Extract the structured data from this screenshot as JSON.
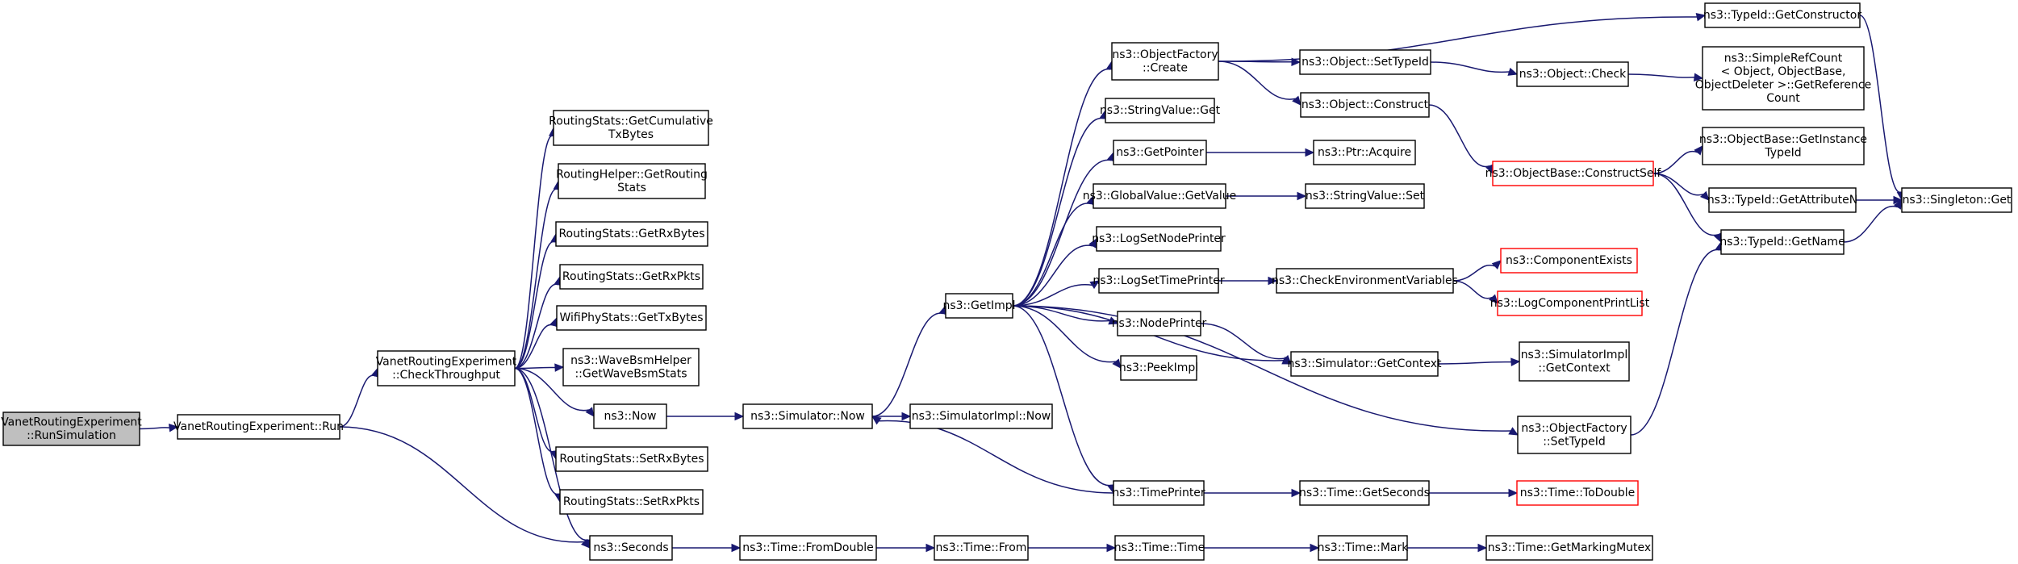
{
  "diagram": {
    "nodes": [
      {
        "id": "runSim",
        "lines": [
          "VanetRoutingExperiment",
          "::RunSimulation"
        ],
        "root": true
      },
      {
        "id": "run",
        "lines": [
          "VanetRoutingExperiment::Run"
        ]
      },
      {
        "id": "checkTp",
        "lines": [
          "VanetRoutingExperiment",
          "::CheckThroughput"
        ]
      },
      {
        "id": "getCumTx",
        "lines": [
          "RoutingStats::GetCumulative",
          "TxBytes"
        ]
      },
      {
        "id": "getRoutingStats",
        "lines": [
          "RoutingHelper::GetRouting",
          "Stats"
        ]
      },
      {
        "id": "getRxBytes",
        "lines": [
          "RoutingStats::GetRxBytes"
        ]
      },
      {
        "id": "getRxPkts",
        "lines": [
          "RoutingStats::GetRxPkts"
        ]
      },
      {
        "id": "getTxBytes",
        "lines": [
          "WifiPhyStats::GetTxBytes"
        ]
      },
      {
        "id": "getWaveBsm",
        "lines": [
          "ns3::WaveBsmHelper",
          "::GetWaveBsmStats"
        ]
      },
      {
        "id": "now",
        "lines": [
          "ns3::Now"
        ]
      },
      {
        "id": "setRxBytes",
        "lines": [
          "RoutingStats::SetRxBytes"
        ]
      },
      {
        "id": "setRxPkts",
        "lines": [
          "RoutingStats::SetRxPkts"
        ]
      },
      {
        "id": "seconds",
        "lines": [
          "ns3::Seconds"
        ]
      },
      {
        "id": "simNow",
        "lines": [
          "ns3::Simulator::Now"
        ]
      },
      {
        "id": "simImplNow",
        "lines": [
          "ns3::SimulatorImpl::Now"
        ]
      },
      {
        "id": "fromDouble",
        "lines": [
          "ns3::Time::FromDouble"
        ]
      },
      {
        "id": "timeFrom",
        "lines": [
          "ns3::Time::From"
        ]
      },
      {
        "id": "timeTime",
        "lines": [
          "ns3::Time::Time"
        ]
      },
      {
        "id": "timeMark",
        "lines": [
          "ns3::Time::Mark"
        ]
      },
      {
        "id": "markMutex",
        "lines": [
          "ns3::Time::GetMarkingMutex"
        ]
      },
      {
        "id": "getImpl",
        "lines": [
          "ns3::GetImpl"
        ]
      },
      {
        "id": "ofCreate",
        "lines": [
          "ns3::ObjectFactory",
          "::Create"
        ]
      },
      {
        "id": "strValGet",
        "lines": [
          "ns3::StringValue::Get"
        ]
      },
      {
        "id": "getPointer",
        "lines": [
          "ns3::GetPointer"
        ]
      },
      {
        "id": "gvGetValue",
        "lines": [
          "ns3::GlobalValue::GetValue"
        ]
      },
      {
        "id": "logSetNode",
        "lines": [
          "ns3::LogSetNodePrinter"
        ]
      },
      {
        "id": "logSetTime",
        "lines": [
          "ns3::LogSetTimePrinter"
        ]
      },
      {
        "id": "nodePrinter",
        "lines": [
          "ns3::NodePrinter"
        ]
      },
      {
        "id": "peekImpl",
        "lines": [
          "ns3::PeekImpl"
        ]
      },
      {
        "id": "timePrinter",
        "lines": [
          "ns3::TimePrinter"
        ]
      },
      {
        "id": "objSetTypeId",
        "lines": [
          "ns3::Object::SetTypeId"
        ]
      },
      {
        "id": "objConstruct",
        "lines": [
          "ns3::Object::Construct"
        ]
      },
      {
        "id": "ptrAcquire",
        "lines": [
          "ns3::Ptr::Acquire"
        ]
      },
      {
        "id": "strValSet",
        "lines": [
          "ns3::StringValue::Set"
        ]
      },
      {
        "id": "checkEnv",
        "lines": [
          "ns3::CheckEnvironmentVariables"
        ]
      },
      {
        "id": "simGetContext",
        "lines": [
          "ns3::Simulator::GetContext"
        ]
      },
      {
        "id": "timeGetSeconds",
        "lines": [
          "ns3::Time::GetSeconds"
        ]
      },
      {
        "id": "getConstructor",
        "lines": [
          "ns3::TypeId::GetConstructor"
        ]
      },
      {
        "id": "objCheck",
        "lines": [
          "ns3::Object::Check"
        ]
      },
      {
        "id": "constructSelf",
        "lines": [
          "ns3::ObjectBase::ConstructSelf"
        ],
        "red": true
      },
      {
        "id": "compExists",
        "lines": [
          "ns3::ComponentExists"
        ],
        "red": true
      },
      {
        "id": "logCompPrint",
        "lines": [
          "ns3::LogComponentPrintList"
        ],
        "red": true
      },
      {
        "id": "simImplGetCtx",
        "lines": [
          "ns3::SimulatorImpl",
          "::GetContext"
        ]
      },
      {
        "id": "ofSetTypeId",
        "lines": [
          "ns3::ObjectFactory",
          "::SetTypeId"
        ]
      },
      {
        "id": "toDouble",
        "lines": [
          "ns3::Time::ToDouble"
        ],
        "red": true
      },
      {
        "id": "srcGetRef",
        "lines": [
          "ns3::SimpleRefCount",
          "< Object, ObjectBase,",
          "ObjectDeleter >::GetReference",
          "Count"
        ]
      },
      {
        "id": "getInstTypeId",
        "lines": [
          "ns3::ObjectBase::GetInstance",
          "TypeId"
        ]
      },
      {
        "id": "getAttrN",
        "lines": [
          "ns3::TypeId::GetAttributeN"
        ]
      },
      {
        "id": "typeIdGetName",
        "lines": [
          "ns3::TypeId::GetName"
        ]
      },
      {
        "id": "singletonGet",
        "lines": [
          "ns3::Singleton::Get"
        ]
      }
    ],
    "edges": [
      [
        "runSim",
        "run"
      ],
      [
        "run",
        "checkTp"
      ],
      [
        "run",
        "seconds"
      ],
      [
        "checkTp",
        "getCumTx"
      ],
      [
        "checkTp",
        "getRoutingStats"
      ],
      [
        "checkTp",
        "getRxBytes"
      ],
      [
        "checkTp",
        "getRxPkts"
      ],
      [
        "checkTp",
        "getTxBytes"
      ],
      [
        "checkTp",
        "getWaveBsm"
      ],
      [
        "checkTp",
        "now"
      ],
      [
        "checkTp",
        "setRxBytes"
      ],
      [
        "checkTp",
        "setRxPkts"
      ],
      [
        "checkTp",
        "seconds"
      ],
      [
        "now",
        "simNow"
      ],
      [
        "simNow",
        "getImpl"
      ],
      [
        "simNow",
        "simImplNow"
      ],
      [
        "seconds",
        "fromDouble"
      ],
      [
        "fromDouble",
        "timeFrom"
      ],
      [
        "timeFrom",
        "timeTime"
      ],
      [
        "timeTime",
        "timeMark"
      ],
      [
        "timeMark",
        "markMutex"
      ],
      [
        "getImpl",
        "ofCreate"
      ],
      [
        "getImpl",
        "strValGet"
      ],
      [
        "getImpl",
        "getPointer"
      ],
      [
        "getImpl",
        "gvGetValue"
      ],
      [
        "getImpl",
        "logSetNode"
      ],
      [
        "getImpl",
        "logSetTime"
      ],
      [
        "getImpl",
        "nodePrinter"
      ],
      [
        "getImpl",
        "peekImpl"
      ],
      [
        "getImpl",
        "simGetContext"
      ],
      [
        "getImpl",
        "ofSetTypeId"
      ],
      [
        "getImpl",
        "timePrinter"
      ],
      [
        "timePrinter",
        "simNow"
      ],
      [
        "timePrinter",
        "timeGetSeconds"
      ],
      [
        "timeGetSeconds",
        "toDouble"
      ],
      [
        "ofCreate",
        "getConstructor"
      ],
      [
        "ofCreate",
        "objSetTypeId"
      ],
      [
        "ofCreate",
        "objConstruct"
      ],
      [
        "objSetTypeId",
        "objCheck"
      ],
      [
        "objCheck",
        "srcGetRef"
      ],
      [
        "objConstruct",
        "constructSelf"
      ],
      [
        "constructSelf",
        "getInstTypeId"
      ],
      [
        "constructSelf",
        "getAttrN"
      ],
      [
        "constructSelf",
        "typeIdGetName"
      ],
      [
        "getPointer",
        "ptrAcquire"
      ],
      [
        "gvGetValue",
        "strValSet"
      ],
      [
        "logSetTime",
        "checkEnv"
      ],
      [
        "checkEnv",
        "compExists"
      ],
      [
        "checkEnv",
        "logCompPrint"
      ],
      [
        "nodePrinter",
        "simGetContext"
      ],
      [
        "simGetContext",
        "simImplGetCtx"
      ],
      [
        "ofSetTypeId",
        "typeIdGetName"
      ],
      [
        "getConstructor",
        "singletonGet"
      ],
      [
        "getAttrN",
        "singletonGet"
      ],
      [
        "typeIdGetName",
        "singletonGet"
      ]
    ]
  }
}
